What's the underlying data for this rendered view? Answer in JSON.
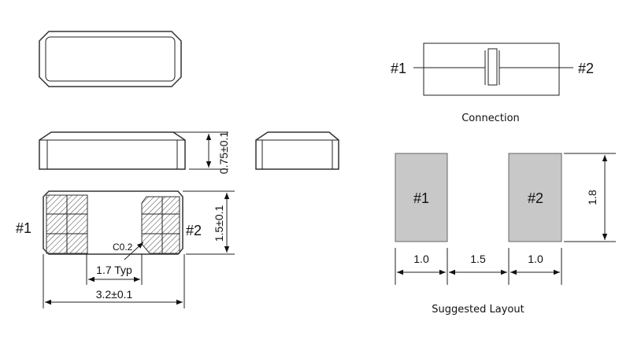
{
  "package": {
    "height_dim": "0.75±0.1",
    "width_dim": "1.5±0.1",
    "length_dim": "3.2±0.1",
    "pad_gap_dim": "1.7 Typ",
    "chamfer_label": "C0.2",
    "pin1": "#1",
    "pin2": "#2"
  },
  "connection": {
    "pin1": "#1",
    "pin2": "#2",
    "caption": "Connection"
  },
  "layout": {
    "pad1": "#1",
    "pad2": "#2",
    "pad_height": "1.8",
    "pad_width_left": "1.0",
    "pad_spacing": "1.5",
    "pad_width_right": "1.0",
    "caption": "Suggested Layout",
    "pad_color": "#c8c8c8"
  }
}
